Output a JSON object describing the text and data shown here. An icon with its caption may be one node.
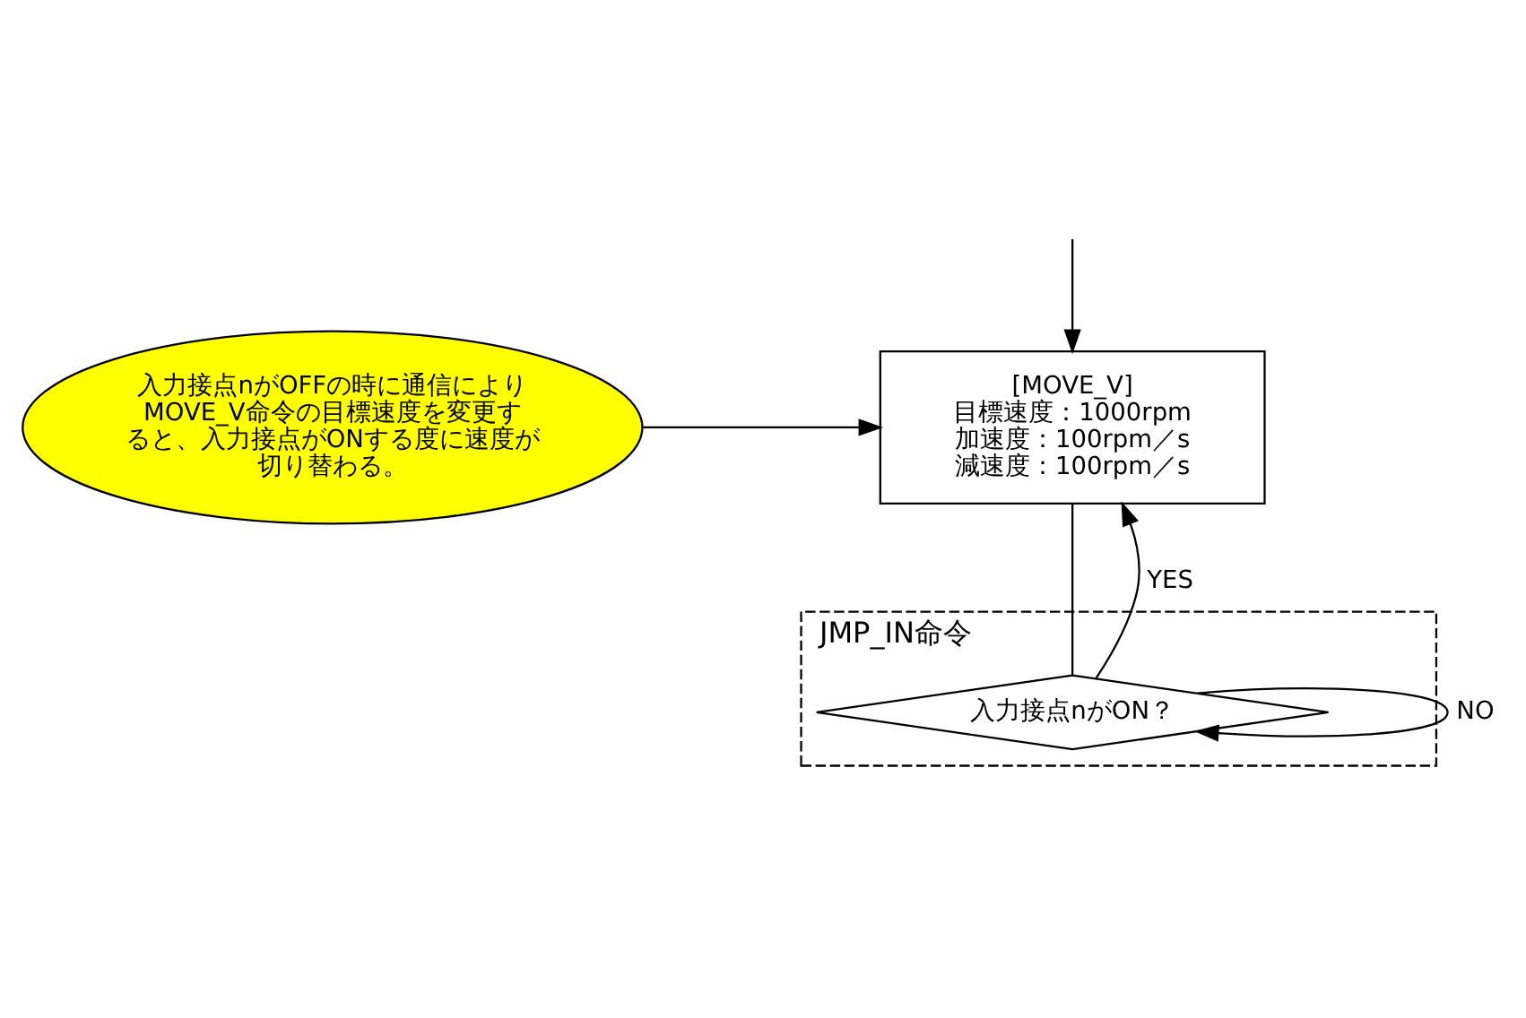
{
  "diagram": {
    "nodes": [
      {
        "text": [
          "[MOVE_V]",
          "目標速度：1000rpm",
          "加速度：100rpm／s",
          "減速度：100rpm／s"
        ]
      },
      {
        "text": [
          "JMP_IN命令"
        ]
      },
      {
        "text": [
          "入力接点nがON？"
        ],
        "in": 1
      },
      {
        "text": [
          "入力接点nがOFFの時に通信によりMOVE_V命令の目標速度を変更すると、入力接点がONする度に速度が切り替わる。"
        ]
      }
    ],
    "edges": [
      {
        "from": null,
        "to": 0,
        "arrow": "to"
      },
      {
        "from": 0,
        "to": 2,
        "arrow": "none"
      },
      {
        "from": 2,
        "to": 2,
        "arrow": "to",
        "label": "NO"
      },
      {
        "from": 2,
        "to": 0,
        "arrow": "to",
        "label": "YES"
      },
      {
        "from": 3,
        "to": 0,
        "arrow": "to"
      }
    ]
  }
}
